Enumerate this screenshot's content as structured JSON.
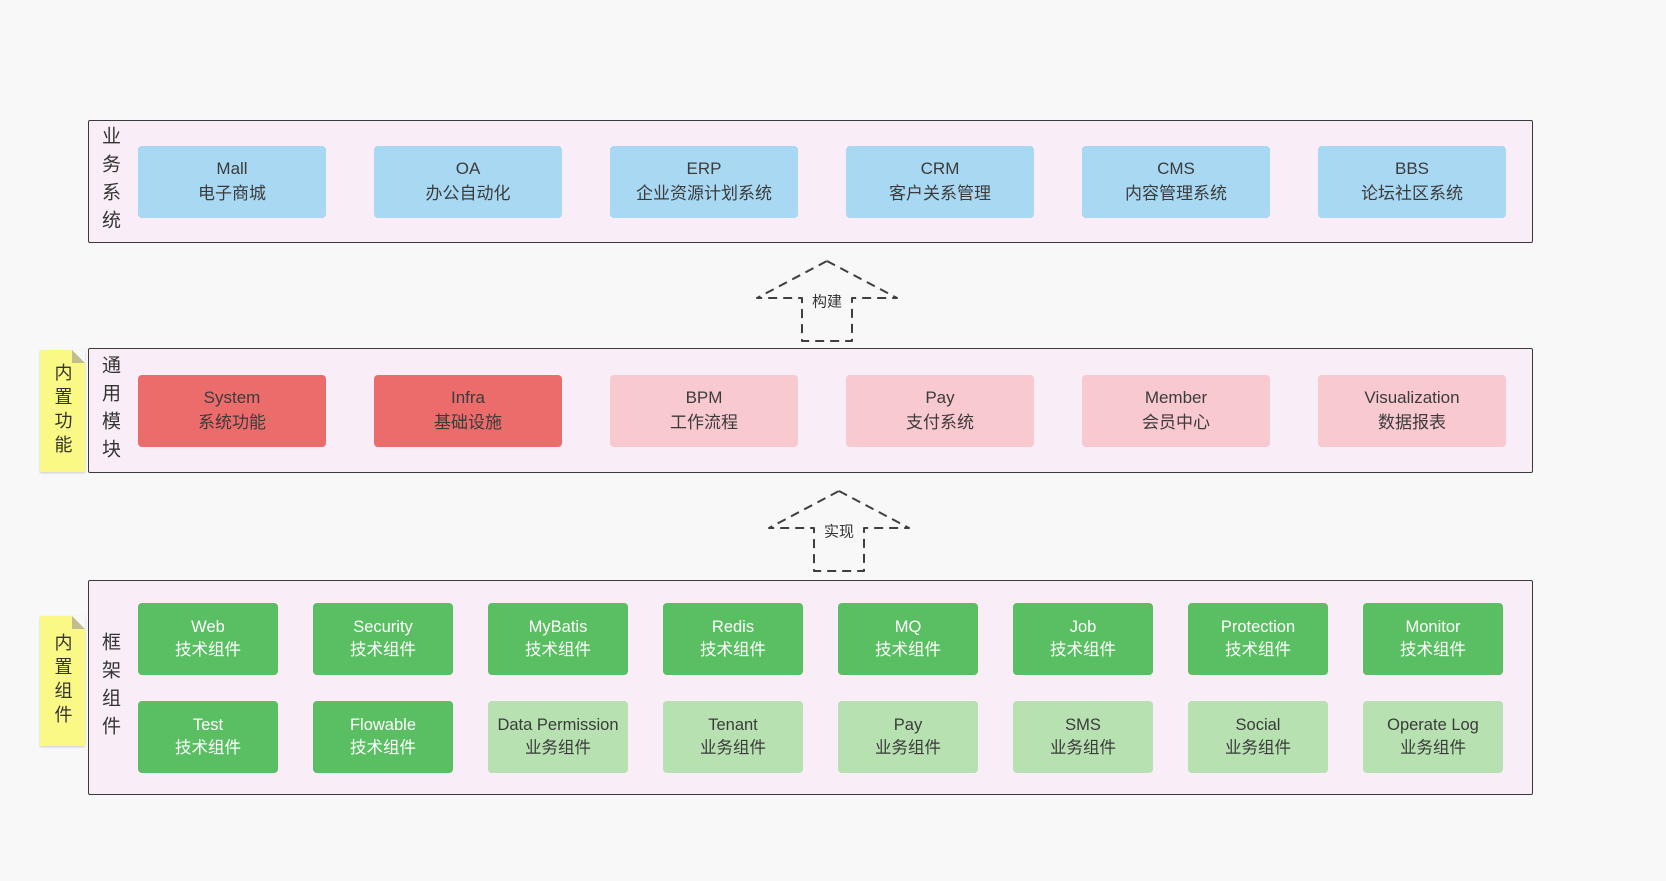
{
  "colors": {
    "page_background": "#f8f8f8",
    "layer_background": "#f9eef7",
    "layer_border": "#3a3a3a",
    "blue_node": "#a9d8f2",
    "red_node": "#ec6c6c",
    "pink_node": "#f9c9d0",
    "green_node": "#5abe62",
    "light_green_node": "#b7e1b1",
    "sticky_note": "#fbf985"
  },
  "arrows": [
    {
      "label": "构建"
    },
    {
      "label": "实现"
    }
  ],
  "layers": [
    {
      "label": "业务系统",
      "items": [
        {
          "title": "Mall",
          "subtitle": "电子商城"
        },
        {
          "title": "OA",
          "subtitle": "办公自动化"
        },
        {
          "title": "ERP",
          "subtitle": "企业资源计划系统"
        },
        {
          "title": "CRM",
          "subtitle": "客户关系管理"
        },
        {
          "title": "CMS",
          "subtitle": "内容管理系统"
        },
        {
          "title": "BBS",
          "subtitle": "论坛社区系统"
        }
      ]
    },
    {
      "label": "通用模块",
      "note": "内置功能",
      "items": [
        {
          "title": "System",
          "subtitle": "系统功能"
        },
        {
          "title": "Infra",
          "subtitle": "基础设施"
        },
        {
          "title": "BPM",
          "subtitle": "工作流程"
        },
        {
          "title": "Pay",
          "subtitle": "支付系统"
        },
        {
          "title": "Member",
          "subtitle": "会员中心"
        },
        {
          "title": "Visualization",
          "subtitle": "数据报表"
        }
      ]
    },
    {
      "label": "框架组件",
      "note": "内置组件",
      "rows": [
        [
          {
            "title": "Web",
            "subtitle": "技术组件"
          },
          {
            "title": "Security",
            "subtitle": "技术组件"
          },
          {
            "title": "MyBatis",
            "subtitle": "技术组件"
          },
          {
            "title": "Redis",
            "subtitle": "技术组件"
          },
          {
            "title": "MQ",
            "subtitle": "技术组件"
          },
          {
            "title": "Job",
            "subtitle": "技术组件"
          },
          {
            "title": "Protection",
            "subtitle": "技术组件"
          },
          {
            "title": "Monitor",
            "subtitle": "技术组件"
          }
        ],
        [
          {
            "title": "Test",
            "subtitle": "技术组件"
          },
          {
            "title": "Flowable",
            "subtitle": "技术组件"
          },
          {
            "title": "Data Permission",
            "subtitle": "业务组件"
          },
          {
            "title": "Tenant",
            "subtitle": "业务组件"
          },
          {
            "title": "Pay",
            "subtitle": "业务组件"
          },
          {
            "title": "SMS",
            "subtitle": "业务组件"
          },
          {
            "title": "Social",
            "subtitle": "业务组件"
          },
          {
            "title": "Operate Log",
            "subtitle": "业务组件"
          }
        ]
      ]
    }
  ]
}
